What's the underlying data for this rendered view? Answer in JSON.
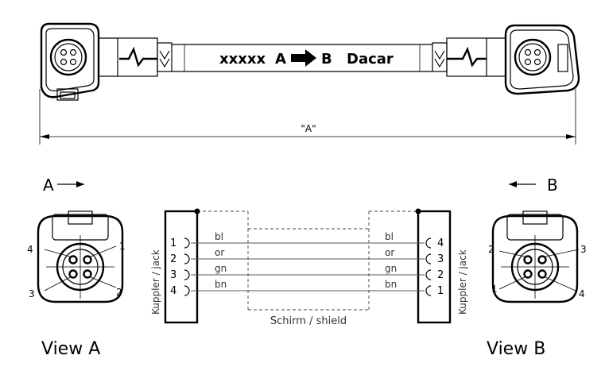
{
  "cable_label": {
    "code": "xxxxx",
    "from": "A",
    "to": "B",
    "brand": "Dacar"
  },
  "dimension_label": "\"A\"",
  "view_a": {
    "direction_label": "A",
    "caption": "View A",
    "pins": [
      "1",
      "2",
      "3",
      "4"
    ]
  },
  "view_b": {
    "direction_label": "B",
    "caption": "View B",
    "pins": [
      "1",
      "2",
      "3",
      "4"
    ]
  },
  "schematic": {
    "left_connector_label": "Kuppler / jack",
    "right_connector_label": "Kuppler / jack",
    "shield_label": "Schirm / shield",
    "left_pins": [
      "1",
      "2",
      "3",
      "4"
    ],
    "right_pins": [
      "4",
      "3",
      "2",
      "1"
    ],
    "wire_colors": [
      "bl",
      "or",
      "gn",
      "bn"
    ]
  }
}
